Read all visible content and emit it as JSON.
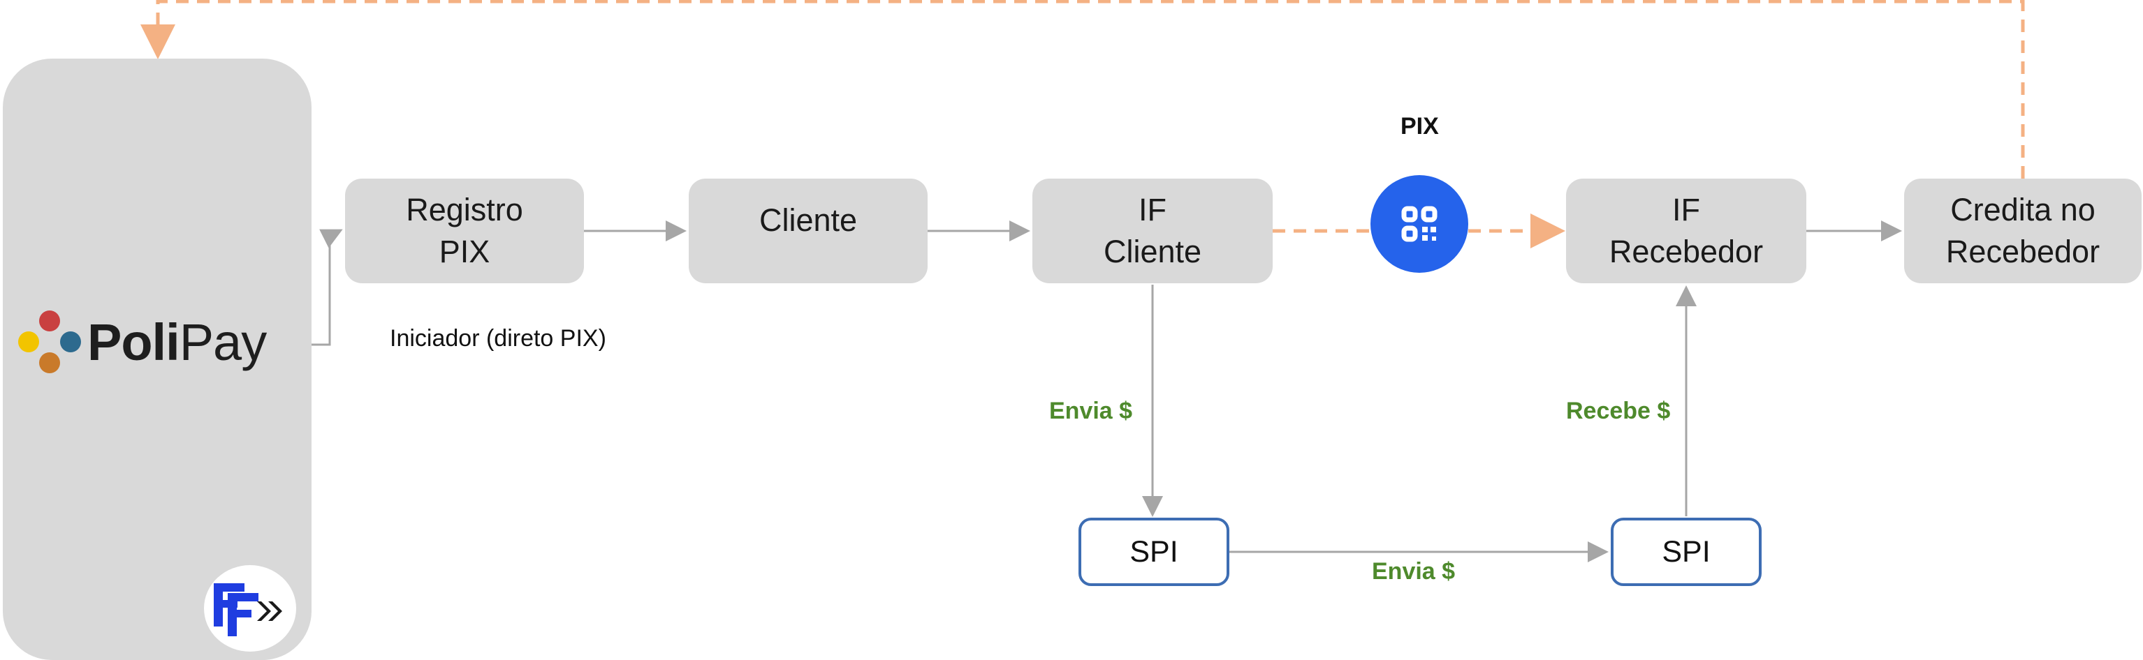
{
  "boxes": {
    "registro": {
      "line1": "Registro",
      "line2": "PIX"
    },
    "cliente": {
      "line1": "Cliente"
    },
    "if_cliente": {
      "line1": "IF",
      "line2": "Cliente"
    },
    "if_recebedor": {
      "line1": "IF",
      "line2": "Recebedor"
    },
    "credita": {
      "line1": "Credita no",
      "line2": "Recebedor"
    }
  },
  "spi_left": "SPI",
  "spi_right": "SPI",
  "labels": {
    "pix": "PIX",
    "iniciador": "Iniciador (direto PIX)",
    "envia_down": "Envia $",
    "recebe_up": "Recebe $",
    "envia_bottom": "Envia $"
  },
  "logo": {
    "bold": "Poli",
    "light": "Pay"
  },
  "icons": [
    "polipay-dots-icon",
    "qr-code-icon",
    "ff-logo-icon"
  ],
  "colors": {
    "box_fill": "#d9d9d9",
    "spi_border": "#3d6db3",
    "green_text": "#4e8a2c",
    "dashed_arrow": "#f4b183",
    "pix_circle": "#2563eb",
    "arrow_gray": "#a6a6a6"
  }
}
